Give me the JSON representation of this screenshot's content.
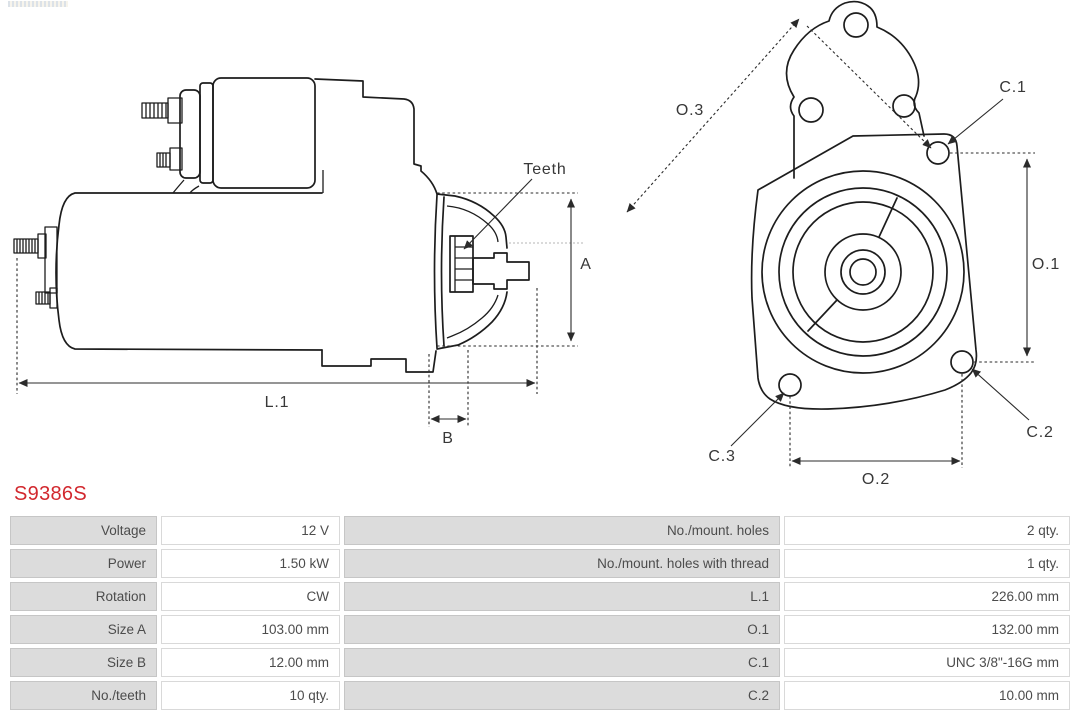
{
  "part_number": "S9386S",
  "accent_red": "#d2282e",
  "drawing": {
    "line_color": "#1d1d1d",
    "labels": {
      "teeth": "Teeth",
      "dim_a": "A",
      "dim_b": "B",
      "dim_l1": "L.1",
      "dim_o1": "O.1",
      "dim_o2": "O.2",
      "dim_o3": "O.3",
      "dim_c1": "C.1",
      "dim_c2": "C.2",
      "dim_c3": "C.3"
    }
  },
  "table": {
    "rows": [
      {
        "label1": "Voltage",
        "value1": "12 V",
        "label2": "No./mount. holes",
        "value2": "2 qty."
      },
      {
        "label1": "Power",
        "value1": "1.50 kW",
        "label2": "No./mount. holes with thread",
        "value2": "1 qty."
      },
      {
        "label1": "Rotation",
        "value1": "CW",
        "label2": "L.1",
        "value2": "226.00 mm"
      },
      {
        "label1": "Size A",
        "value1": "103.00 mm",
        "label2": "O.1",
        "value2": "132.00 mm"
      },
      {
        "label1": "Size B",
        "value1": "12.00 mm",
        "label2": "C.1",
        "value2": "UNC 3/8\"-16G mm"
      },
      {
        "label1": "No./teeth",
        "value1": "10 qty.",
        "label2": "C.2",
        "value2": "10.00 mm"
      }
    ]
  }
}
